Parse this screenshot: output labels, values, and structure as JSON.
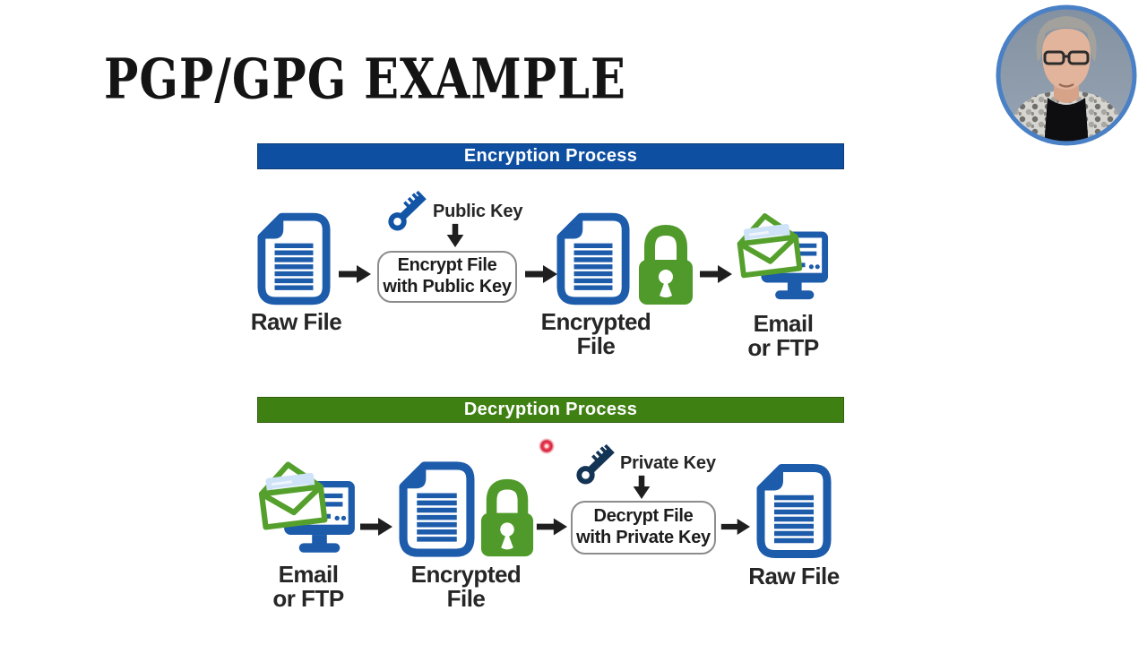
{
  "title": "PGP/GPG EXAMPLE",
  "encryption": {
    "header": "Encryption Process",
    "raw_file": "Raw File",
    "public_key": "Public Key",
    "encrypt_line1": "Encrypt File",
    "encrypt_line2": "with Public Key",
    "encrypted_line1": "Encrypted",
    "encrypted_line2": "File",
    "email_line1": "Email",
    "email_line2": "or FTP"
  },
  "decryption": {
    "header": "Decryption Process",
    "email_line1": "Email",
    "email_line2": "or FTP",
    "encrypted_line1": "Encrypted",
    "encrypted_line2": "File",
    "private_key": "Private Key",
    "decrypt_line1": "Decrypt File",
    "decrypt_line2": "with Private Key",
    "raw_file": "Raw File"
  },
  "icons": {
    "document": "document-icon",
    "padlock": "padlock-icon",
    "public_key": "key-icon",
    "private_key": "key-icon",
    "email_monitor": "email-monitor-icon",
    "arrow_right": "arrow-right-icon",
    "arrow_down": "arrow-down-icon",
    "laser": "laser-pointer-dot",
    "webcam": "presenter-webcam-bubble"
  },
  "colors": {
    "encryption_header_bg": "#0e4fa1",
    "decryption_header_bg": "#3f8013",
    "document_blue": "#1d5bab",
    "lock_green": "#4f9a2a",
    "envelope_green": "#55a02c",
    "public_key_blue": "#1254a6",
    "private_key_navy": "#143455",
    "arrow_black": "#1f1f1f",
    "label_text": "#262626",
    "header_text": "#ffffff",
    "laser_red": "#d41f39",
    "webcam_ring": "#4a80c5",
    "background": "#ffffff"
  }
}
